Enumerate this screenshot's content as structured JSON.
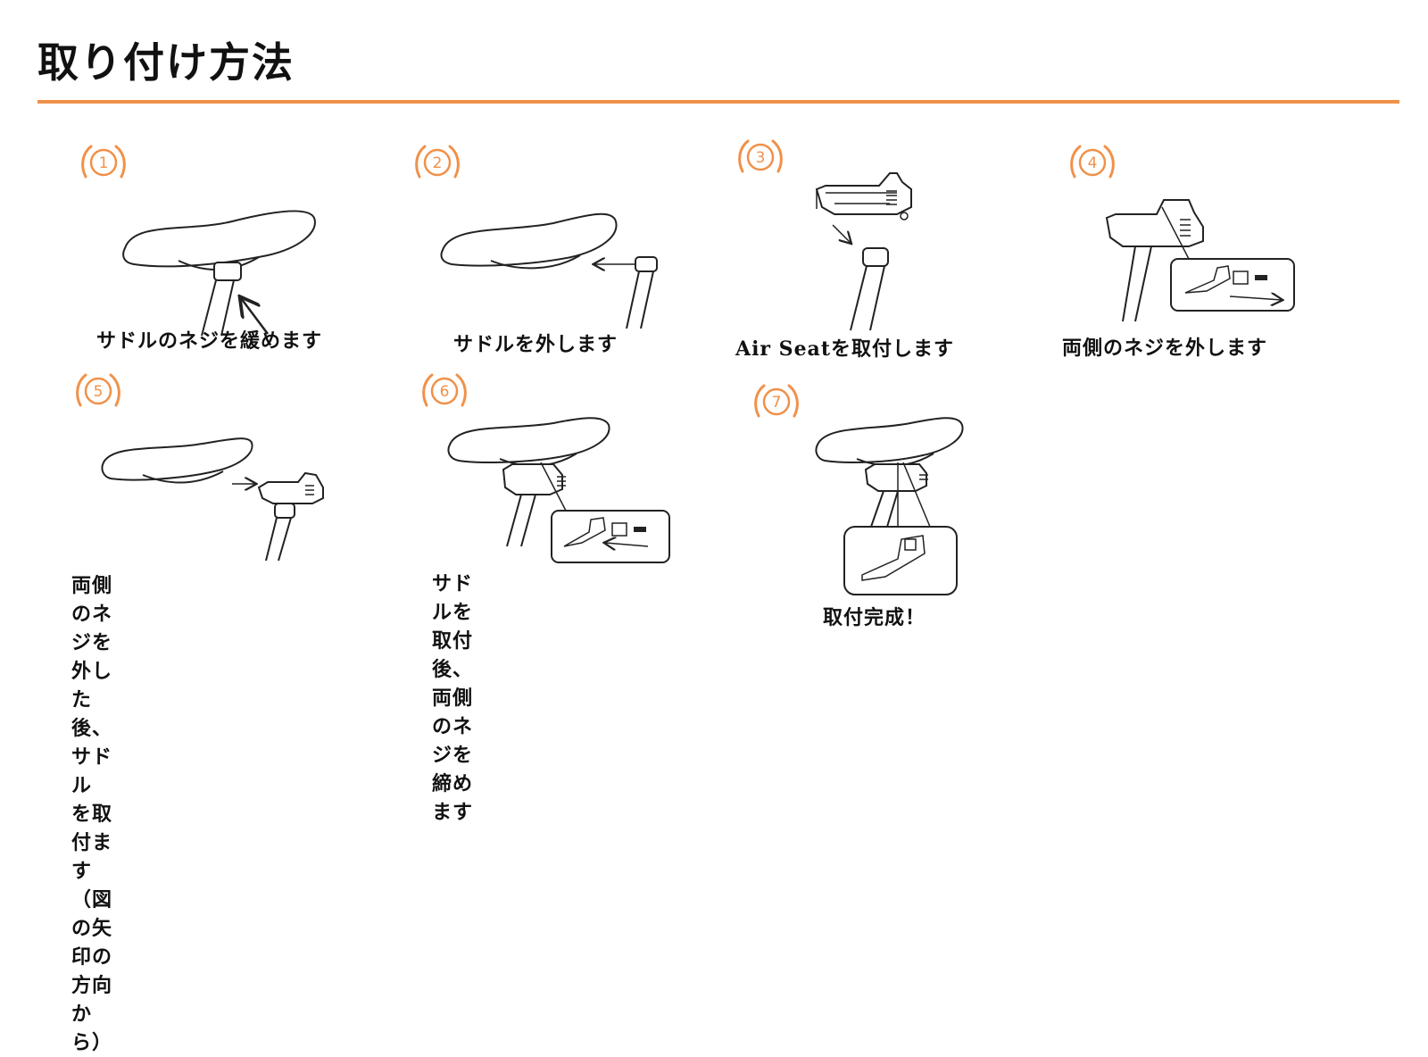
{
  "page": {
    "title": "取り付け方法",
    "accent_color": "#f0914a"
  },
  "steps": [
    {
      "number": "1",
      "caption": "サドルのネジを緩めます"
    },
    {
      "number": "2",
      "caption": "サドルを外します"
    },
    {
      "number": "3",
      "caption": "Air Seatを取付します"
    },
    {
      "number": "4",
      "caption": "両側のネジを外します"
    },
    {
      "number": "5",
      "caption_lines": [
        "両側のネジを外した後、サドル",
        "を取付ます（図の矢印の方向から）"
      ]
    },
    {
      "number": "6",
      "caption_lines": [
        "サドルを取付後、両側のネジを",
        "締めます"
      ]
    },
    {
      "number": "7",
      "caption": "取付完成！"
    }
  ],
  "icons": {
    "badge": "laurel-number-badge-icon",
    "saddle": "bicycle-saddle-icon",
    "seatpost": "seatpost-icon",
    "air_seat": "air-seat-suspension-icon",
    "arrow": "arrow-icon",
    "zoom_inset": "detail-zoom-inset-icon"
  }
}
